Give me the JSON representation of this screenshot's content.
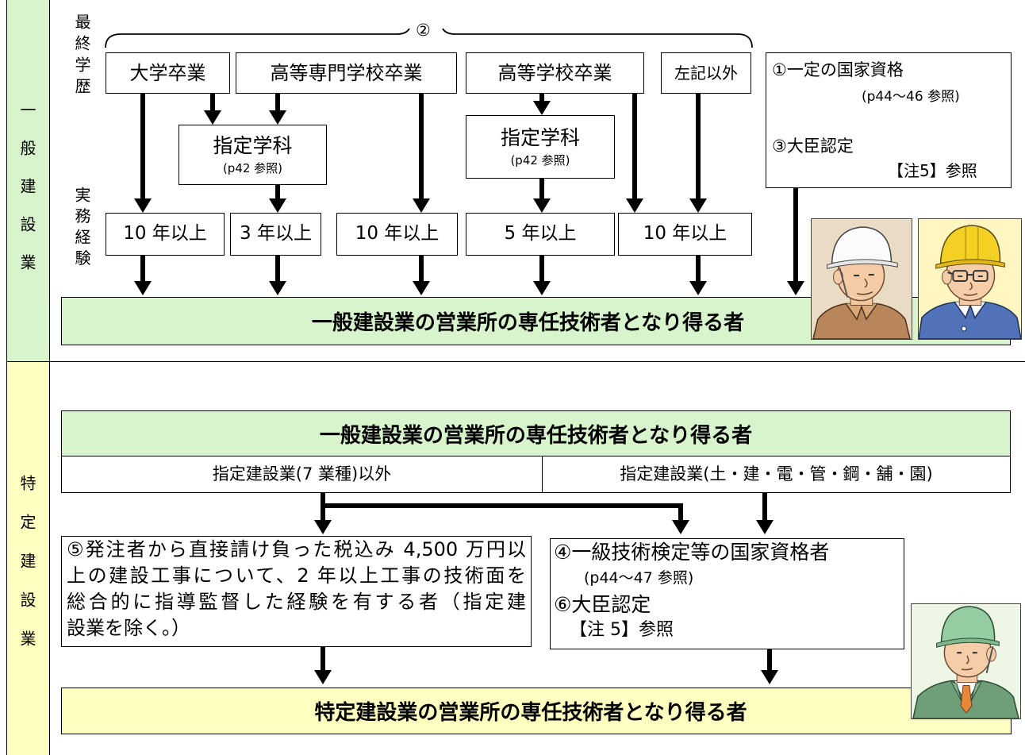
{
  "colors": {
    "general_green": "#d7f4cd",
    "specific_yellow": "#ffffbf",
    "line": "#000000",
    "helmet_white": "#fbfbfb",
    "helmet_yellow": "#f2d024",
    "helmet_green": "#95cda2"
  },
  "general": {
    "side_label": "一般建設業",
    "education_label": "最終学歴",
    "brace_marker": "②",
    "education": {
      "university": "大学卒業",
      "technical_college": "高等専門学校卒業",
      "high_school": "高等学校卒業",
      "other": "左記以外"
    },
    "designated_dept_college": {
      "title": "指定学科",
      "ref": "(p42 参照)"
    },
    "designated_dept_high_school": {
      "title": "指定学科",
      "ref": "(p42 参照)"
    },
    "experience_label": "実務経験",
    "experience": {
      "university": "10 年以上",
      "designated_dept_college": "3 年以上",
      "technical_college": "10 年以上",
      "designated_dept_high_school": "5 年以上",
      "high_school_or_other": "10 年以上"
    },
    "qualification": {
      "national_license": "①一定の国家資格",
      "national_license_ref": "(p44～46 参照)",
      "minister_approval": "③大臣認定",
      "minister_approval_ref": "【注5】参照"
    },
    "result": "一般建設業の営業所の専任技術者となり得る者"
  },
  "specific": {
    "side_label": "特定建設業",
    "source": "一般建設業の営業所の専任技術者となり得る者",
    "non_designated": "指定建設業(7 業種)以外",
    "designated": "指定建設業(土・建・電・管・鋼・舗・園)",
    "supervision_experience": {
      "lines": [
        "⑤発注者から直接請け負った税込み 4,500 万円以",
        "上の建設工事について、2 年以上工事の技術面を",
        "総合的に指導監督した経験を有する者（指定建",
        "設業を除く。）"
      ]
    },
    "qualification": {
      "first_class": "④一級技術検定等の国家資格者",
      "first_class_ref": "(p44～47 参照)",
      "minister_approval": "⑥大臣認定",
      "minister_approval_ref": "【注 5】参照"
    },
    "result": "特定建設業の営業所の専任技術者となり得る者"
  }
}
